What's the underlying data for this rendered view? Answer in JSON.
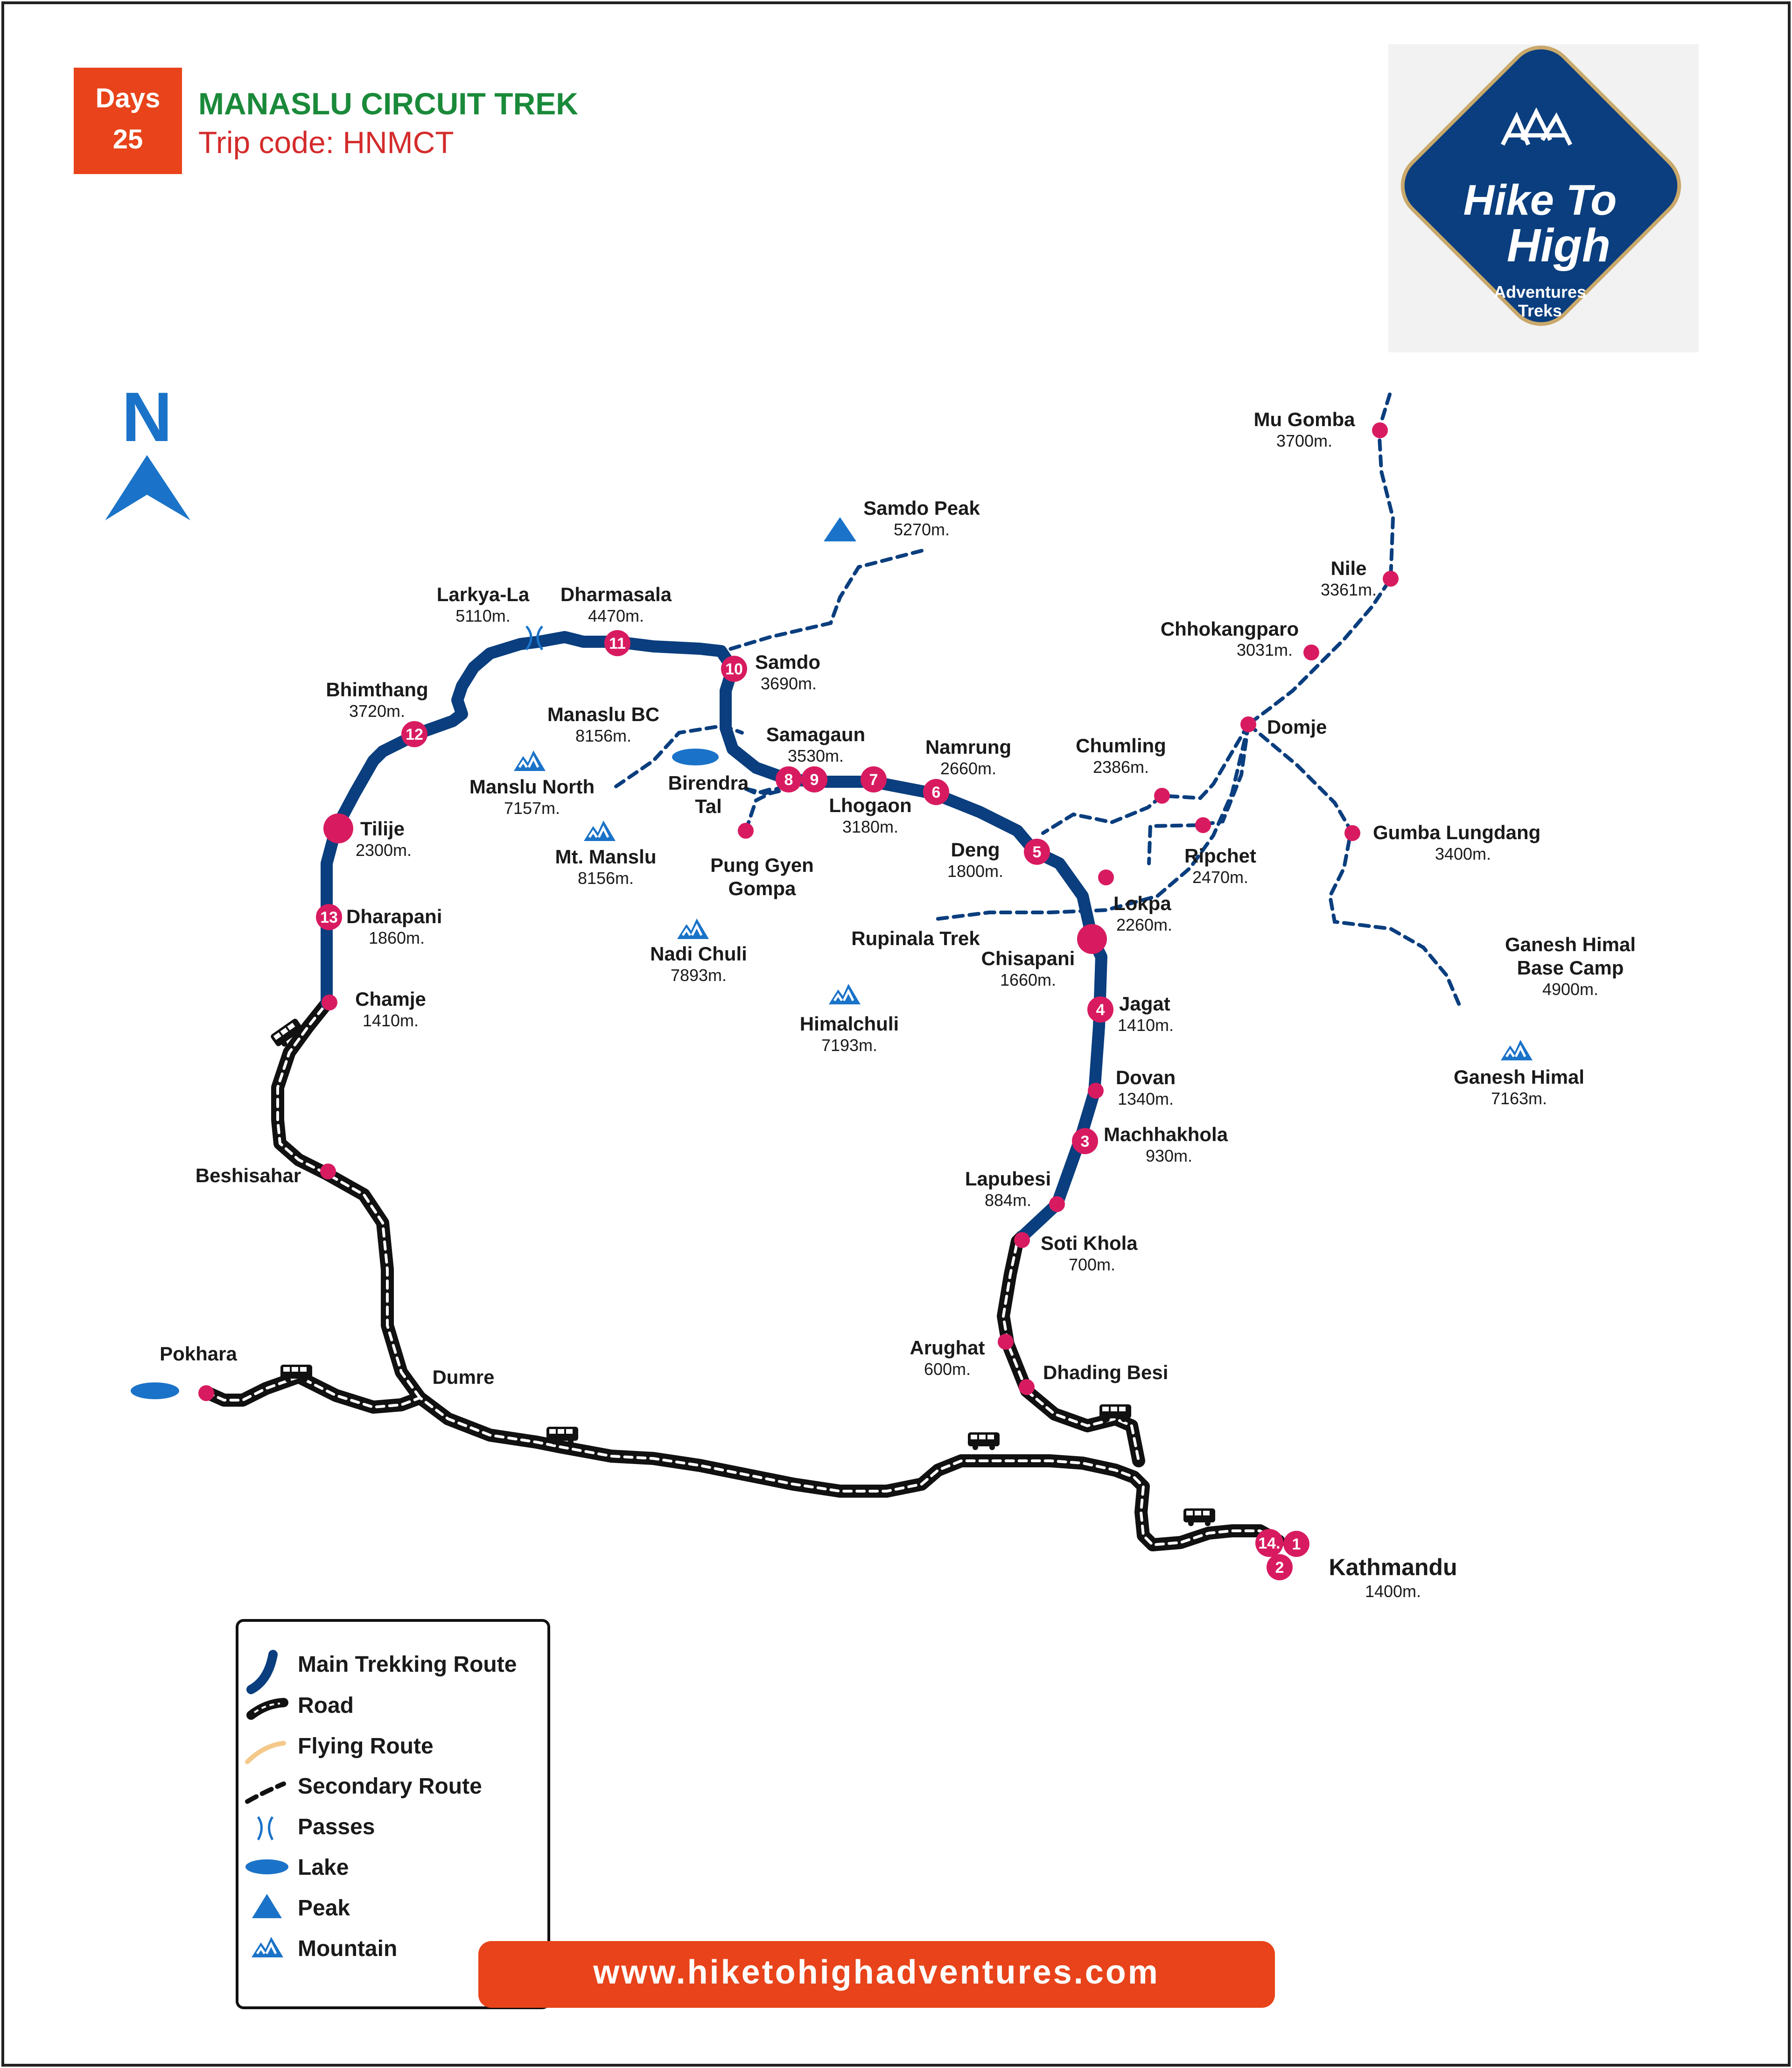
{
  "header": {
    "days_label": "Days",
    "days_value": "25",
    "title": "MANASLU CIRCUIT TREK",
    "trip_code": "Trip code: HNMCT"
  },
  "logo": {
    "line1": "Hike To",
    "line2": "High",
    "line3": "Adventures",
    "line4": "Treks"
  },
  "compass": {
    "label": "N"
  },
  "colors": {
    "route": "#0a3e7e",
    "road": "#111111",
    "stop": "#d81b60",
    "badge": "#e8431a",
    "title_green": "#1a8a3a",
    "trip_red": "#d42b2b",
    "peak_blue": "#1a73c8"
  },
  "places": {
    "mu_gomba": {
      "name": "Mu Gomba",
      "alt": "3700m."
    },
    "nile": {
      "name": "Nile",
      "alt": "3361m."
    },
    "chhokangparo": {
      "name": "Chhokangparo",
      "alt": "3031m."
    },
    "domje": {
      "name": "Domje"
    },
    "chumling": {
      "name": "Chumling",
      "alt": "2386m."
    },
    "ripchet": {
      "name": "Ripchet",
      "alt": "2470m."
    },
    "gumba_lungdang": {
      "name": "Gumba Lungdang",
      "alt": "3400m."
    },
    "ganesh_bc": {
      "line1": "Ganesh Himal",
      "line2": "Base Camp",
      "alt": "4900m."
    },
    "ganesh_himal": {
      "name": "Ganesh Himal",
      "alt": "7163m."
    },
    "samdo_peak": {
      "name": "Samdo Peak",
      "alt": "5270m."
    },
    "larkya_la": {
      "name": "Larkya-La",
      "alt": "5110m."
    },
    "dharmasala": {
      "name": "Dharmasala",
      "alt": "4470m."
    },
    "samdo": {
      "name": "Samdo",
      "alt": "3690m."
    },
    "bhimthang": {
      "name": "Bhimthang",
      "alt": "3720m."
    },
    "manaslu_bc": {
      "name": "Manaslu BC",
      "alt": "8156m."
    },
    "samagaun": {
      "name": "Samagaun",
      "alt": "3530m."
    },
    "namrung": {
      "name": "Namrung",
      "alt": "2660m."
    },
    "manslu_north": {
      "name": "Manslu North",
      "alt": "7157m."
    },
    "birendra_tal": {
      "line1": "Birendra",
      "line2": "Tal"
    },
    "lhogaon": {
      "name": "Lhogaon",
      "alt": "3180m."
    },
    "tilije": {
      "name": "Tilije",
      "alt": "2300m."
    },
    "mt_manslu": {
      "name": "Mt. Manslu",
      "alt": "8156m."
    },
    "pung_gyen": {
      "line1": "Pung Gyen",
      "line2": "Gompa"
    },
    "deng": {
      "name": "Deng",
      "alt": "1800m."
    },
    "lokpa": {
      "name": "Lokpa",
      "alt": "2260m."
    },
    "dharapani": {
      "name": "Dharapani",
      "alt": "1860m."
    },
    "rupinala": {
      "name": "Rupinala Trek"
    },
    "chisapani": {
      "name": "Chisapani",
      "alt": "1660m."
    },
    "nadi_chuli": {
      "name": "Nadi Chuli",
      "alt": "7893m."
    },
    "chamje": {
      "name": "Chamje",
      "alt": "1410m."
    },
    "jagat": {
      "name": "Jagat",
      "alt": "1410m."
    },
    "himalchuli": {
      "name": "Himalchuli",
      "alt": "7193m."
    },
    "dovan": {
      "name": "Dovan",
      "alt": "1340m."
    },
    "machhakhola": {
      "name": "Machhakhola",
      "alt": "930m."
    },
    "beshisahar": {
      "name": "Beshisahar"
    },
    "lapubesi": {
      "name": "Lapubesi",
      "alt": "884m."
    },
    "soti_khola": {
      "name": "Soti Khola",
      "alt": "700m."
    },
    "pokhara": {
      "name": "Pokhara"
    },
    "arughat": {
      "name": "Arughat",
      "alt": "600m."
    },
    "dhading_besi": {
      "name": "Dhading Besi"
    },
    "dumre": {
      "name": "Dumre"
    },
    "kathmandu": {
      "name": "Kathmandu",
      "alt": "1400m."
    }
  },
  "stops": {
    "s1": "1",
    "s2": "2",
    "s3": "3",
    "s4": "4",
    "s5": "5",
    "s6": "6",
    "s7": "7",
    "s8": "8",
    "s9": "9",
    "s10": "10",
    "s11": "11",
    "s12": "12",
    "s13": "13",
    "s14": "14."
  },
  "legend": {
    "main_route": "Main Trekking Route",
    "road": "Road",
    "flying_route": "Flying Route",
    "secondary_route": "Secondary Route",
    "passes": "Passes",
    "lake": "Lake",
    "peak": "Peak",
    "mountain": "Mountain"
  },
  "footer": {
    "url": "www.hiketohighadventures.com"
  }
}
